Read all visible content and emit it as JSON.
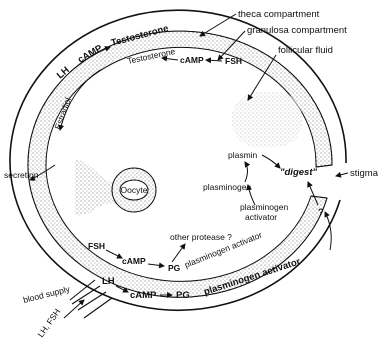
{
  "labels": {
    "theca": "theca compartment",
    "granulosa": "granulosa compartment",
    "fluid": "follicular fluid",
    "stigma": "stigma",
    "secretion": "secretion",
    "blood": "blood supply",
    "lhfsh": "LH, FSH",
    "oocyte": "Oocyte",
    "plasmin": "plasmin",
    "plasminogen": "plasminogen",
    "activator1": "plasminogen",
    "activator2": "activator",
    "other": "other protease ?",
    "digest": "\"digest\"",
    "question": "?"
  },
  "pathways": {
    "theca_lh": "LH",
    "theca_camp": "cAMP",
    "testosterone_outer": "Testosterone",
    "estradiol": "Estradiol",
    "testosterone_inner": "Testosterone",
    "gran_camp": "cAMP",
    "gran_fsh": "FSH",
    "bot_fsh": "FSH",
    "bot_camp1": "cAMP",
    "bot_pg1": "PG",
    "bot_lh": "LH",
    "bot_camp2": "cAMP",
    "bot_pg2": "PG",
    "pa_inner": "plasminogen activator",
    "pa_outer": "plasminogen activator"
  }
}
